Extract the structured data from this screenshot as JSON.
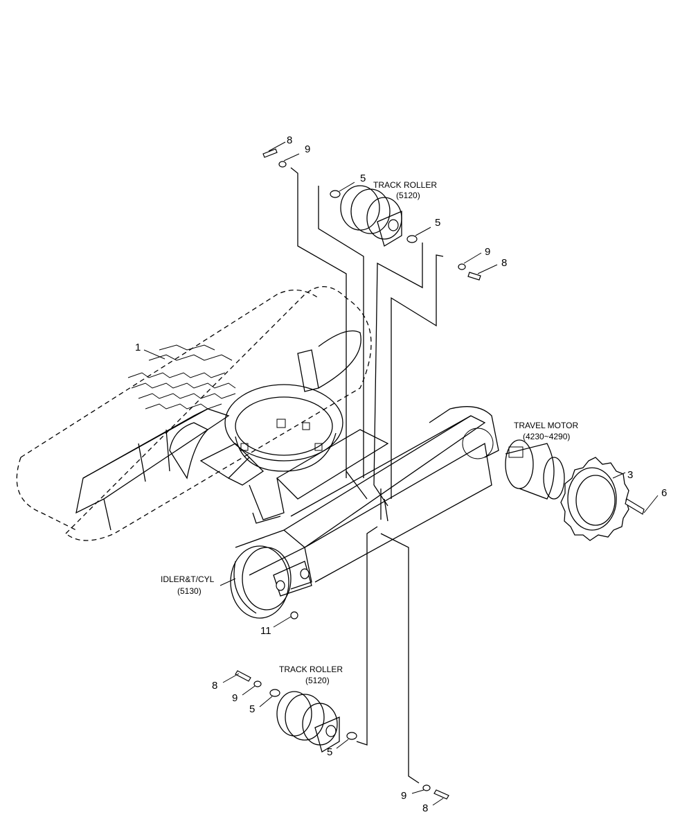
{
  "labels": {
    "track_roller_top": "TRACK ROLLER",
    "track_roller_top_code": "(5120)",
    "travel_motor": "TRAVEL MOTOR",
    "travel_motor_code": "(4230~4290)",
    "idler": "IDLER&T/CYL",
    "idler_code": "(5130)",
    "track_roller_bottom": "TRACK ROLLER",
    "track_roller_bottom_code": "(5120)"
  },
  "callouts": {
    "top_bolt_8": "8",
    "top_washer_9": "9",
    "top_spacer_5a": "5",
    "top_spacer_5b": "5",
    "right_washer_9": "9",
    "right_bolt_8": "8",
    "track_1": "1",
    "sprocket_3": "3",
    "bolt_6": "6",
    "plug_11": "11",
    "bottom_bolt_8a": "8",
    "bottom_washer_9a": "9",
    "bottom_spacer_5a": "5",
    "bottom_spacer_5b": "5",
    "bottom_washer_9b": "9",
    "bottom_bolt_8b": "8"
  }
}
